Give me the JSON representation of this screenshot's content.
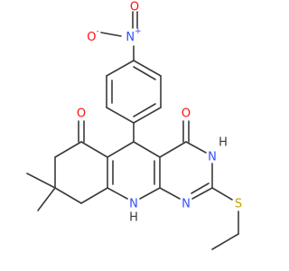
{
  "atoms": {
    "nitro_o_minus": {
      "text": "O",
      "charge": "-",
      "element": "O"
    },
    "nitro_n_plus": {
      "text": "N",
      "charge": "+",
      "element": "N"
    },
    "nitro_o": {
      "text": "O",
      "element": "O"
    },
    "ketone_o": {
      "text": "O",
      "element": "O"
    },
    "amide_o": {
      "text": "O",
      "element": "O"
    },
    "n3": {
      "text": "N",
      "element": "N"
    },
    "n3_h": {
      "text": "H",
      "element": "H"
    },
    "n1": {
      "text": "N",
      "element": "N"
    },
    "nh_n": {
      "text": "N",
      "element": "N"
    },
    "nh_h": {
      "text": "H",
      "element": "H"
    },
    "sulfur": {
      "text": "S",
      "element": "S"
    }
  },
  "colors": {
    "bond": "#3a3a3a",
    "oxygen": "#ff0d0d",
    "nitrogen": "#3050f8",
    "sulfur": "#c8a000",
    "background": "#ffffff"
  }
}
